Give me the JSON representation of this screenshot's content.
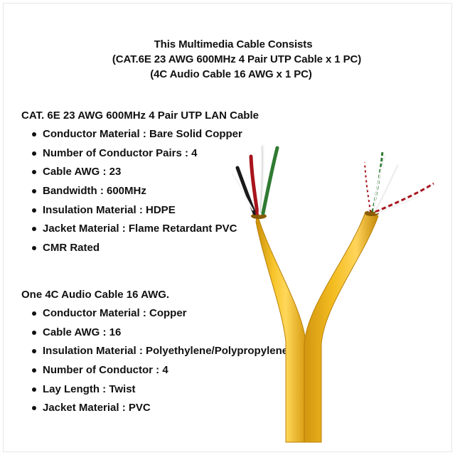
{
  "header": {
    "line1": "This Multimedia Cable Consists",
    "line2": "(CAT.6E 23 AWG 600MHz 4 Pair UTP Cable x 1 PC)",
    "line3": "(4C Audio Cable 16 AWG x 1 PC)"
  },
  "lan_cable": {
    "title": "CAT. 6E 23 AWG 600MHz 4 Pair UTP LAN Cable",
    "specs": [
      "Conductor Material : Bare Solid Copper",
      "Number of Conductor Pairs : 4",
      "Cable AWG : 23",
      "Bandwidth : 600MHz",
      "Insulation Material : HDPE",
      "Jacket Material : Flame Retardant PVC",
      "CMR Rated"
    ]
  },
  "audio_cable": {
    "title": "One 4C Audio Cable 16 AWG.",
    "specs": [
      "Conductor Material : Copper",
      "Cable AWG : 16",
      "Insulation Material : Polyethylene/Polypropylene",
      "Number of Conductor : 4",
      "Lay Length : Twist",
      "Jacket Material : PVC"
    ]
  },
  "colors": {
    "jacket": "#f0b81a",
    "jacket_shadow": "#c98e0a",
    "jacket_highlight": "#ffd75a",
    "wire_black": "#1a1a1a",
    "wire_red": "#a8141c",
    "wire_white": "#f4f4f4",
    "wire_green": "#2f7a32"
  },
  "illustration": "multimedia-cable-image"
}
